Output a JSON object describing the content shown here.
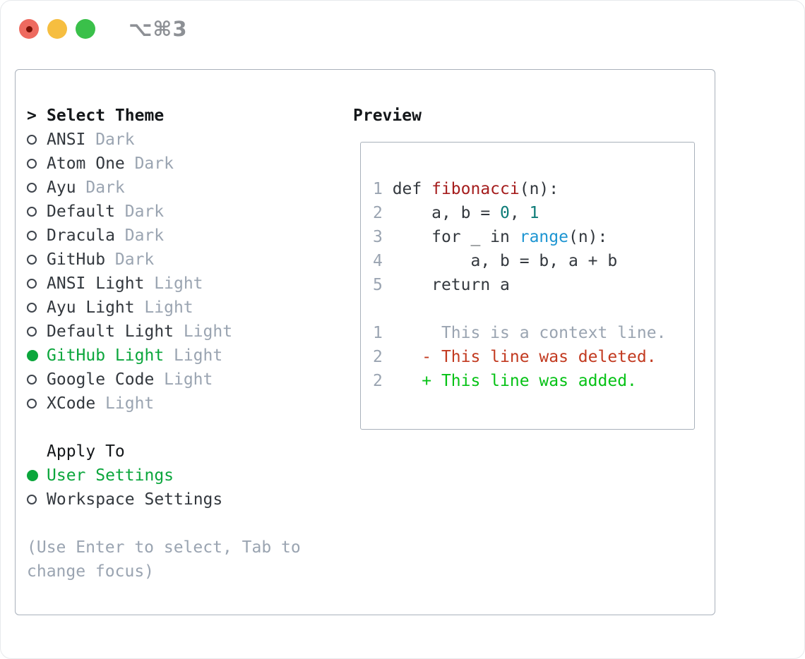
{
  "window": {
    "shortcut": "⌥⌘3"
  },
  "theme_panel": {
    "title_marker": ">",
    "title": "Select Theme",
    "themes": [
      {
        "label": "ANSI",
        "variant": "Dark",
        "selected": false
      },
      {
        "label": "Atom One",
        "variant": "Dark",
        "selected": false
      },
      {
        "label": "Ayu",
        "variant": "Dark",
        "selected": false
      },
      {
        "label": "Default",
        "variant": "Dark",
        "selected": false
      },
      {
        "label": "Dracula",
        "variant": "Dark",
        "selected": false
      },
      {
        "label": "GitHub",
        "variant": "Dark",
        "selected": false
      },
      {
        "label": "ANSI Light",
        "variant": "Light",
        "selected": false
      },
      {
        "label": "Ayu Light",
        "variant": "Light",
        "selected": false
      },
      {
        "label": "Default Light",
        "variant": "Light",
        "selected": false
      },
      {
        "label": "GitHub Light",
        "variant": "Light",
        "selected": true
      },
      {
        "label": "Google Code",
        "variant": "Light",
        "selected": false
      },
      {
        "label": "XCode",
        "variant": "Light",
        "selected": false
      }
    ],
    "apply_to": {
      "title": "Apply To",
      "options": [
        {
          "label": "User Settings",
          "selected": true
        },
        {
          "label": "Workspace Settings",
          "selected": false
        }
      ]
    },
    "hint": "(Use Enter to select, Tab to change focus)"
  },
  "preview": {
    "title": "Preview",
    "code_lines": [
      {
        "tokens": [
          [
            "lineno",
            "1 "
          ],
          [
            "plain",
            "def "
          ],
          [
            "func",
            "fibonacci"
          ],
          [
            "plain",
            "(n):"
          ]
        ]
      },
      {
        "tokens": [
          [
            "lineno",
            "2 "
          ],
          [
            "plain",
            "    a, b = "
          ],
          [
            "num",
            "0"
          ],
          [
            "plain",
            ", "
          ],
          [
            "num",
            "1"
          ]
        ]
      },
      {
        "tokens": [
          [
            "lineno",
            "3 "
          ],
          [
            "plain",
            "    for _ in "
          ],
          [
            "builtin",
            "range"
          ],
          [
            "plain",
            "(n):"
          ]
        ]
      },
      {
        "tokens": [
          [
            "lineno",
            "4 "
          ],
          [
            "plain",
            "        a, b = b, a + b"
          ]
        ]
      },
      {
        "tokens": [
          [
            "lineno",
            "5 "
          ],
          [
            "plain",
            "    return a"
          ]
        ]
      },
      {
        "tokens": []
      },
      {
        "tokens": [
          [
            "lineno",
            "1"
          ],
          [
            "context",
            "      This is a context line."
          ]
        ]
      },
      {
        "tokens": [
          [
            "lineno",
            "2"
          ],
          [
            "plain",
            "    "
          ],
          [
            "removed",
            "- This line was deleted."
          ]
        ]
      },
      {
        "tokens": [
          [
            "lineno",
            "2"
          ],
          [
            "plain",
            "    "
          ],
          [
            "added",
            "+ This line was added."
          ]
        ]
      }
    ]
  },
  "colors": {
    "green": "#0ba63c",
    "added": "#06c216",
    "removed": "#c23a20",
    "func": "#a51d1d",
    "num": "#0e7c78",
    "builtin": "#1d95d2",
    "muted": "#9aa4b1",
    "dark": "#33383e",
    "black": "#14171a",
    "border": "#a9b1bb",
    "traffic_red": "#ee6a5f",
    "traffic_yellow": "#f6be40",
    "traffic_green": "#3ac04a",
    "red_dot": "#7a1106",
    "shortcut": "#8d9095"
  }
}
